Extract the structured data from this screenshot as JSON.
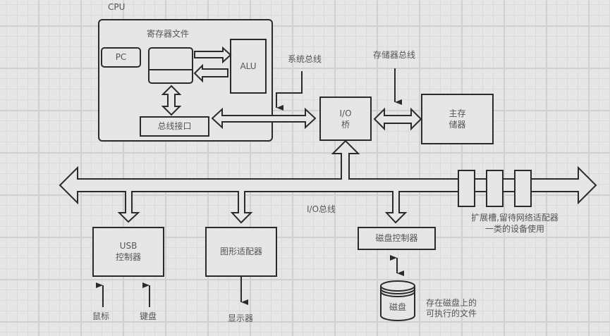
{
  "diagram": {
    "cpu": {
      "title": "CPU",
      "register_file_label": "寄存器文件",
      "pc_label": "PC",
      "alu_label": "ALU",
      "bus_interface_label": "总线接口"
    },
    "system_bus_label": "系统总线",
    "memory_bus_label": "存储器总线",
    "io_bridge": {
      "line1": "I/O",
      "line2": "桥"
    },
    "main_memory": {
      "line1": "主存",
      "line2": "储器"
    },
    "io_bus_label": "I/O总线",
    "expansion_slots_note": {
      "line1": "扩展槽,留待网络适配器",
      "line2": "一类的设备使用"
    },
    "usb_controller": {
      "line1": "USB",
      "line2": "控制器"
    },
    "graphics_adapter_label": "图形适配器",
    "disk_controller_label": "磁盘控制器",
    "disk_label": "磁盘",
    "disk_note": {
      "line1": "存在磁盘上的",
      "line2": "可执行的文件"
    },
    "mouse_label": "鼠标",
    "keyboard_label": "键盘",
    "display_label": "显示器"
  },
  "colors": {
    "stroke": "#2b2b2b",
    "fill": "#e6e6e6",
    "text": "#555555"
  }
}
